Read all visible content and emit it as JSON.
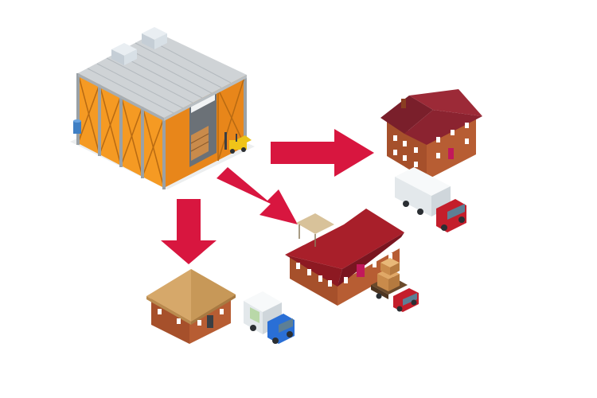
{
  "diagram": {
    "type": "distribution-flow",
    "nodes": [
      {
        "id": "warehouse",
        "icon": "warehouse-icon"
      },
      {
        "id": "forklift",
        "icon": "forklift-icon"
      },
      {
        "id": "house",
        "icon": "house-icon"
      },
      {
        "id": "box-truck",
        "icon": "box-truck-icon"
      },
      {
        "id": "store",
        "icon": "store-icon"
      },
      {
        "id": "flatbed-truck",
        "icon": "flatbed-truck-icon"
      },
      {
        "id": "small-warehouse",
        "icon": "small-warehouse-icon"
      },
      {
        "id": "van",
        "icon": "van-icon"
      }
    ],
    "edges": [
      {
        "from": "warehouse",
        "to": "house"
      },
      {
        "from": "warehouse",
        "to": "store"
      },
      {
        "from": "warehouse",
        "to": "small-warehouse"
      }
    ]
  },
  "colors": {
    "arrow": "#d8163f",
    "roof_metal": "#cfd3d6",
    "wall_orange": "#f59a23",
    "brick": "#b2552e",
    "roof_red": "#a81f2a",
    "roof_tan": "#d6a86a",
    "truck_red": "#c41e2b",
    "truck_blue": "#2a6fd6",
    "truck_white": "#eef1f3"
  }
}
